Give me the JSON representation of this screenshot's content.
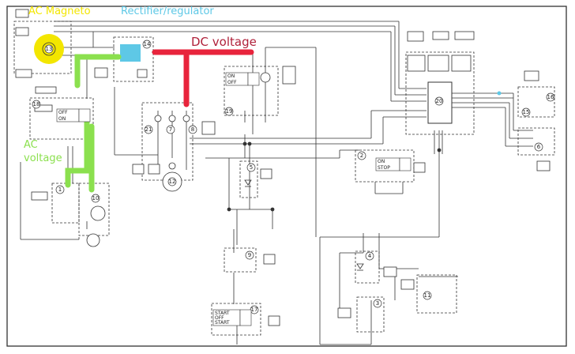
{
  "annotations": {
    "ac_magneto": "AC Magneto",
    "rectifier": "Rectifier/regulator",
    "dc_voltage": "DC voltage",
    "ac_voltage_line1": "AC",
    "ac_voltage_line2": "voltage"
  },
  "colors": {
    "ac_magneto": "#f3e600",
    "rectifier": "#5ec8e6",
    "dc": "#e8243c",
    "ac": "#8be04e",
    "wire": "#333333"
  },
  "components": {
    "c1": "1",
    "c2": "2",
    "c3": "3",
    "c4": "4",
    "c5": "5",
    "c6": "6",
    "c7": "7",
    "c8": "8",
    "c9": "9",
    "c10": "10",
    "c11": "11",
    "c12": "12",
    "c13": "13",
    "c14": "14",
    "c15": "15",
    "c16": "16",
    "c17": "17",
    "c18": "18",
    "c19": "19",
    "c20": "20",
    "c21": "21"
  },
  "switches": {
    "main_off": "OFF",
    "main_on": "ON",
    "s19_on": "ON",
    "s19_off": "OFF",
    "s2_on": "ON",
    "s2_stop": "STOP",
    "s17_start": "START",
    "s17_off": "OFF",
    "s17_start2": "START"
  }
}
